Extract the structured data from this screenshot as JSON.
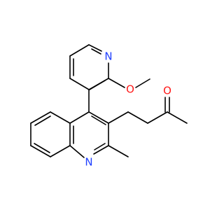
{
  "atoms": {
    "pyridine_n": {
      "label": "N",
      "color": "#1f3fff"
    },
    "methoxy_o": {
      "label": "O",
      "color": "#ff1a1a"
    },
    "ketone_o": {
      "label": "O",
      "color": "#ff1a1a"
    },
    "quinoline_n": {
      "label": "N",
      "color": "#1f3fff"
    }
  },
  "bond_color": "#000000"
}
